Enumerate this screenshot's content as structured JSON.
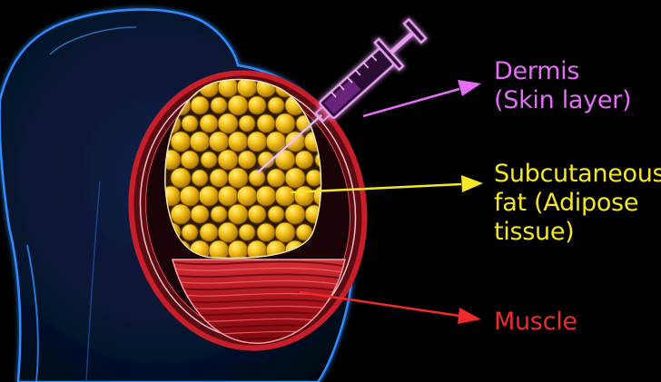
{
  "diagram": {
    "labels": {
      "dermis": {
        "line1": "Dermis",
        "line2": "(Skin layer)"
      },
      "fat": {
        "line1": "Subcutaneous",
        "line2": "fat (Adipose",
        "line3": "tissue)"
      },
      "muscle": {
        "line1": "Muscle"
      }
    },
    "icons": [
      "shoulder-outline",
      "syringe-icon",
      "fat-cells",
      "muscle-fibers"
    ],
    "colors": {
      "background": "#000000",
      "outline": "#2f8cff",
      "skin": "#c81e2a",
      "dermis_label": "#e46ef5",
      "syringe": "#e69bf0",
      "fat_label": "#f5e626",
      "fat_cell": "#f2b816",
      "muscle_label": "#ee2b2b",
      "muscle": "#b3141c"
    }
  }
}
